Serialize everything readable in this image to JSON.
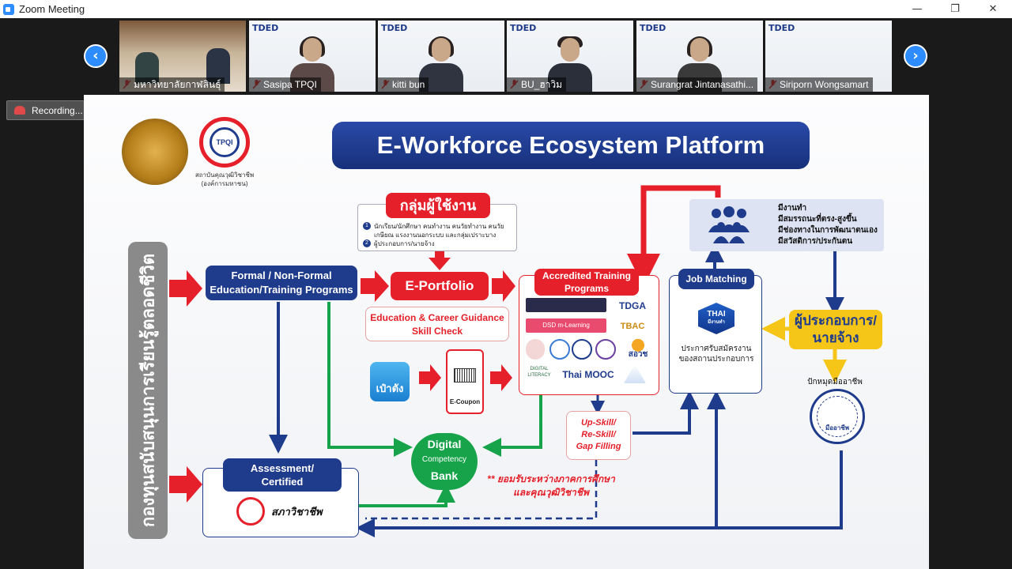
{
  "window": {
    "title": "Zoom Meeting",
    "controls": {
      "minimize": "—",
      "maximize": "❐",
      "close": "✕"
    }
  },
  "gallery": {
    "prev_arrow": "‹",
    "next_arrow": "›",
    "participants": [
      {
        "name": "มหาวิทยาลัยกาฬสินธุ์",
        "muted": true
      },
      {
        "name": "Sasipa TPQI",
        "muted": true
      },
      {
        "name": "kitti bun",
        "muted": true
      },
      {
        "name": "BU_ฮาวิม",
        "muted": true
      },
      {
        "name": "Surangrat Jintanasathi...",
        "muted": true
      },
      {
        "name": "Siriporn Wongsamart",
        "muted": true
      }
    ],
    "tile_watermark": "TDED"
  },
  "recording": {
    "label": "Recording..."
  },
  "slide": {
    "title": "E-Workforce Ecosystem Platform",
    "org_name_line1": "สถาบันคุณวุฒิวิชาชีพ",
    "org_name_line2": "(องค์การมหาชน)",
    "tpqi_label": "TPQI",
    "vertical_banner": "กองทุนสนับสนุนการเรียนรู้ตลอดชีวิต",
    "user_group": {
      "title": "กลุ่มผู้ใช้งาน",
      "item1": "นักเรียน/นักศึกษา คนทำงาน คนวัยทำงาน คนวัยเกษียณ แรงงานนอกระบบ และกลุ่มเปราะบาง",
      "item2": "ผู้ประกอบการ/นายจ้าง",
      "num1": "1",
      "num2": "2"
    },
    "formal_box": {
      "line1": "Formal / Non-Formal",
      "line2": "Education/Training Programs"
    },
    "eportfolio": "E-Portfolio",
    "guidance": {
      "line1": "Education & Career Guidance",
      "line2": "Skill Check"
    },
    "paotang_label": "เป๋าตัง",
    "ecoupon_label": "E-Coupon",
    "accredited": {
      "title_line1": "Accredited Training",
      "title_line2": "Programs",
      "logos": [
        "TDGA",
        "DSD m-Learning",
        "TBAC",
        "สอวช",
        "Thai MOOC",
        "DIGITAL LITERACY"
      ]
    },
    "job_matching": {
      "title": "Job Matching",
      "thai_logo": "THAI",
      "thai_sub": "มีงานทำ",
      "caption_line1": "ประกาศรับสมัครงาน",
      "caption_line2": "ของสถานประกอบการ"
    },
    "benefits": {
      "line1": "มีงานทำ",
      "line2": "มีสมรรถนะที่ตรง-สูงขึ้น",
      "line3": "มีช่องทางในการพัฒนาตนเอง",
      "line4": "มีสวัสดิการ/ประกันตน"
    },
    "employer": {
      "line1": "ผู้ประกอบการ/",
      "line2": "นายจ้าง"
    },
    "professional_handbook": "ปักหมุดมืออาชีพ",
    "handbook_badge": "มืออาชีพ",
    "upskill": {
      "line1": "Up-Skill/",
      "line2": "Re-Skill/",
      "line3": "Gap Filling"
    },
    "digital_bank": {
      "line1": "Digital",
      "line2": "Competency",
      "line3": "Bank"
    },
    "note": {
      "line1": "** ยอมรับระหว่างภาคการศึกษา",
      "line2": "และคุณวุฒิวิชาชีพ"
    },
    "assessment": {
      "line1": "Assessment/",
      "line2": "Certified"
    },
    "council": "สภาวิชาชีพ"
  },
  "colors": {
    "navy": "#1f3b8c",
    "red": "#e5202a",
    "green": "#17a34a",
    "yellow": "#f5c518",
    "zoom_blue": "#2d8cff",
    "gray_banner": "#8a8a8a"
  }
}
